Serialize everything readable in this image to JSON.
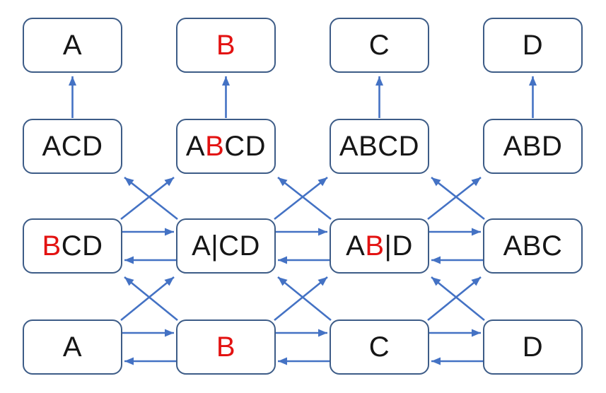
{
  "diagram": {
    "description": "lattice-of-boxes-with-arrows",
    "colors": {
      "background": "#FFFFFF",
      "box_border": "#3D5C87",
      "box_fill": "#FFFFFF",
      "arrow": "#4472C4",
      "red_letter": "#E31211",
      "black_letter": "#161616"
    },
    "nodes": [
      {
        "id": "r1c0",
        "row": 0,
        "col": 0,
        "segments": [
          {
            "t": "A",
            "red": false
          }
        ]
      },
      {
        "id": "r1c1",
        "row": 0,
        "col": 1,
        "segments": [
          {
            "t": "B",
            "red": true
          }
        ]
      },
      {
        "id": "r1c2",
        "row": 0,
        "col": 2,
        "segments": [
          {
            "t": "C",
            "red": false
          }
        ]
      },
      {
        "id": "r1c3",
        "row": 0,
        "col": 3,
        "segments": [
          {
            "t": "D",
            "red": false
          }
        ]
      },
      {
        "id": "r2c0",
        "row": 1,
        "col": 0,
        "segments": [
          {
            "t": "ACD",
            "red": false
          }
        ]
      },
      {
        "id": "r2c1",
        "row": 1,
        "col": 1,
        "segments": [
          {
            "t": "A",
            "red": false
          },
          {
            "t": "B",
            "red": true
          },
          {
            "t": "CD",
            "red": false
          }
        ]
      },
      {
        "id": "r2c2",
        "row": 1,
        "col": 2,
        "segments": [
          {
            "t": "ABCD",
            "red": false
          }
        ]
      },
      {
        "id": "r2c3",
        "row": 1,
        "col": 3,
        "segments": [
          {
            "t": "ABD",
            "red": false
          }
        ]
      },
      {
        "id": "r3c0",
        "row": 2,
        "col": 0,
        "segments": [
          {
            "t": "B",
            "red": true
          },
          {
            "t": "CD",
            "red": false
          }
        ]
      },
      {
        "id": "r3c1",
        "row": 2,
        "col": 1,
        "segments": [
          {
            "t": "A|CD",
            "red": false
          }
        ]
      },
      {
        "id": "r3c2",
        "row": 2,
        "col": 2,
        "segments": [
          {
            "t": "A",
            "red": false
          },
          {
            "t": "B",
            "red": true
          },
          {
            "t": "|D",
            "red": false
          }
        ]
      },
      {
        "id": "r3c3",
        "row": 2,
        "col": 3,
        "segments": [
          {
            "t": "ABC",
            "red": false
          }
        ]
      },
      {
        "id": "r4c0",
        "row": 3,
        "col": 0,
        "segments": [
          {
            "t": "A",
            "red": false
          }
        ]
      },
      {
        "id": "r4c1",
        "row": 3,
        "col": 1,
        "segments": [
          {
            "t": "B",
            "red": true
          }
        ]
      },
      {
        "id": "r4c2",
        "row": 3,
        "col": 2,
        "segments": [
          {
            "t": "C",
            "red": false
          }
        ]
      },
      {
        "id": "r4c3",
        "row": 3,
        "col": 3,
        "segments": [
          {
            "t": "D",
            "red": false
          }
        ]
      }
    ],
    "edges": [
      {
        "from": "r2c0",
        "to": "r1c0",
        "kind": "up"
      },
      {
        "from": "r2c1",
        "to": "r1c1",
        "kind": "up"
      },
      {
        "from": "r2c2",
        "to": "r1c2",
        "kind": "up"
      },
      {
        "from": "r2c3",
        "to": "r1c3",
        "kind": "up"
      },
      {
        "from": "r3c0",
        "to": "r2c1",
        "kind": "diag"
      },
      {
        "from": "r3c1",
        "to": "r2c0",
        "kind": "diag"
      },
      {
        "from": "r3c1",
        "to": "r2c2",
        "kind": "diag"
      },
      {
        "from": "r3c2",
        "to": "r2c1",
        "kind": "diag"
      },
      {
        "from": "r3c2",
        "to": "r2c3",
        "kind": "diag"
      },
      {
        "from": "r3c3",
        "to": "r2c2",
        "kind": "diag"
      },
      {
        "from": "r4c0",
        "to": "r3c1",
        "kind": "diag"
      },
      {
        "from": "r4c1",
        "to": "r3c0",
        "kind": "diag"
      },
      {
        "from": "r4c1",
        "to": "r3c2",
        "kind": "diag"
      },
      {
        "from": "r4c2",
        "to": "r3c1",
        "kind": "diag"
      },
      {
        "from": "r4c2",
        "to": "r3c3",
        "kind": "diag"
      },
      {
        "from": "r4c3",
        "to": "r3c2",
        "kind": "diag"
      },
      {
        "from": "r3c0",
        "to": "r3c1",
        "kind": "h-top"
      },
      {
        "from": "r3c1",
        "to": "r3c0",
        "kind": "h-bottom"
      },
      {
        "from": "r3c1",
        "to": "r3c2",
        "kind": "h-top"
      },
      {
        "from": "r3c2",
        "to": "r3c1",
        "kind": "h-bottom"
      },
      {
        "from": "r3c2",
        "to": "r3c3",
        "kind": "h-top"
      },
      {
        "from": "r3c3",
        "to": "r3c2",
        "kind": "h-bottom"
      },
      {
        "from": "r4c0",
        "to": "r4c1",
        "kind": "h-top"
      },
      {
        "from": "r4c1",
        "to": "r4c0",
        "kind": "h-bottom"
      },
      {
        "from": "r4c1",
        "to": "r4c2",
        "kind": "h-top"
      },
      {
        "from": "r4c2",
        "to": "r4c1",
        "kind": "h-bottom"
      },
      {
        "from": "r4c2",
        "to": "r4c3",
        "kind": "h-top"
      },
      {
        "from": "r4c3",
        "to": "r4c2",
        "kind": "h-bottom"
      }
    ]
  }
}
